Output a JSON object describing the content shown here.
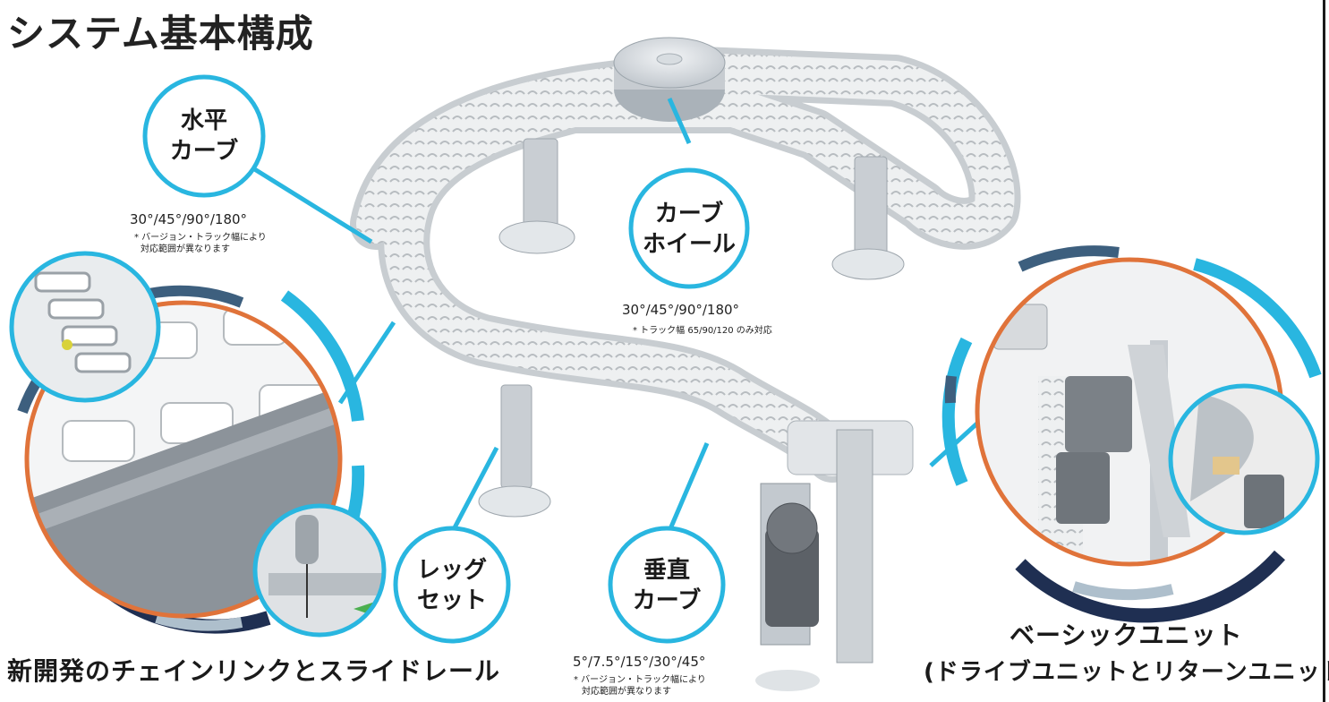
{
  "title": "システム基本構成",
  "colors": {
    "accent": "#29b6e0",
    "orange": "#e0733a",
    "navy": "#1f2f52",
    "steel": "#3d5f7e",
    "pale": "#aebfcc"
  },
  "callouts": {
    "horizontal_curve": {
      "label_line1": "水平",
      "label_line2": "カーブ",
      "spec": "30°/45°/90°/180°",
      "note_line1": "* バージョン・トラック幅により",
      "note_line2": "対応範囲が異なります"
    },
    "curve_wheel": {
      "label_line1": "カーブ",
      "label_line2": "ホイール",
      "spec": "30°/45°/90°/180°",
      "note": "* トラック幅 65/90/120 のみ対応"
    },
    "leg_set": {
      "label_line1": "レッグ",
      "label_line2": "セット"
    },
    "vertical_curve": {
      "label_line1": "垂直",
      "label_line2": "カーブ",
      "spec": "5°/7.5°/15°/30°/45°",
      "note_line1": "* バージョン・トラック幅により",
      "note_line2": "対応範囲が異なります"
    }
  },
  "captions": {
    "chain_link": "新開発のチェインリンクとスライドレール",
    "basic_unit_line1": "ベーシックユニット",
    "basic_unit_line2": "(ドライブユニットとリターンユニット)"
  }
}
